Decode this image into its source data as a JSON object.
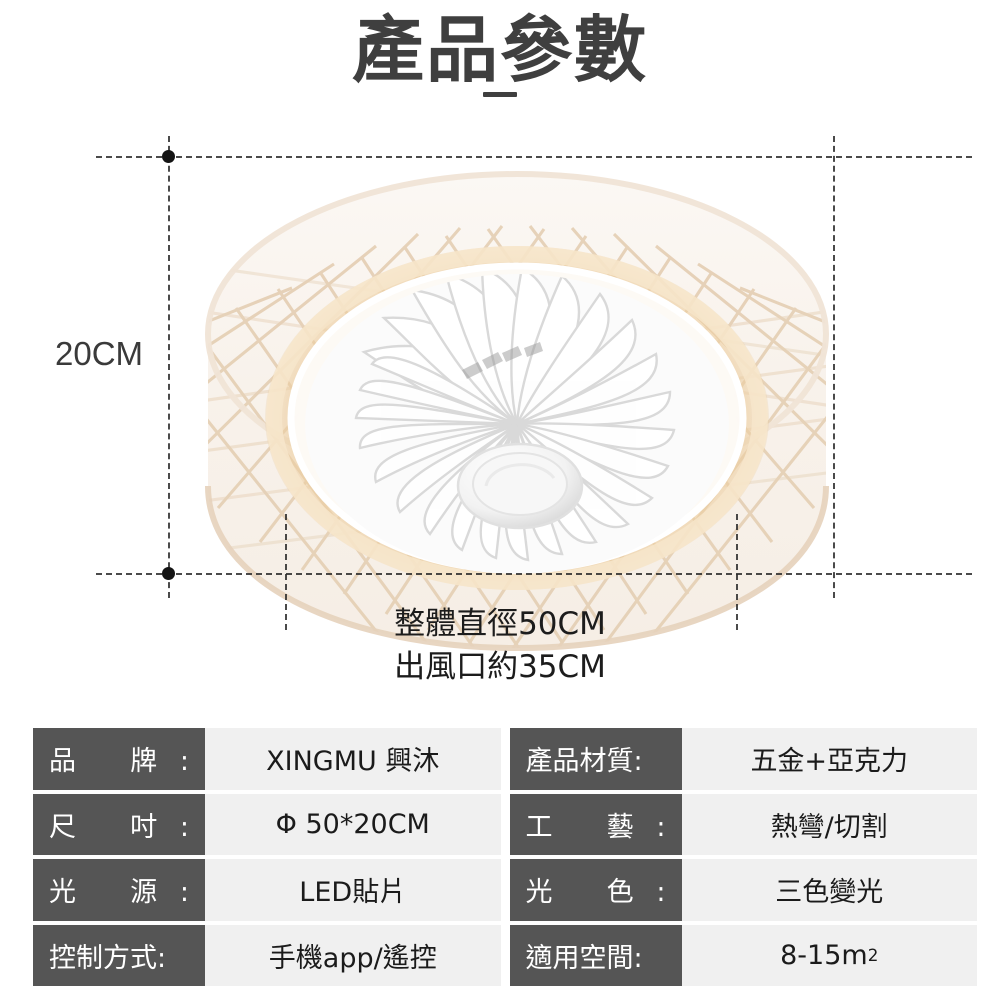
{
  "header": {
    "title": "產品參數"
  },
  "diagram": {
    "height_label": "20CM",
    "caption_line1": "整體直徑50CM",
    "caption_line2": "出風口約35CM",
    "product_alt": "吸頂風扇燈"
  },
  "spec_table": {
    "left_column": [
      {
        "key": "品牌",
        "key_display": "品  牌:",
        "value": "XINGMU 興沐"
      },
      {
        "key": "尺吋",
        "key_display": "尺  吋:",
        "value": "Φ 50*20CM"
      },
      {
        "key": "光源",
        "key_display": "光  源:",
        "value": "LED貼片"
      },
      {
        "key": "控制方式",
        "key_display": "控制方式:",
        "value": "手機app/遙控"
      }
    ],
    "right_column": [
      {
        "key": "產品材質",
        "key_display": "產品材質:",
        "value": "五金+亞克力"
      },
      {
        "key": "工藝",
        "key_display": "工  藝:",
        "value": "熱彎/切割"
      },
      {
        "key": "光色",
        "key_display": "光  色:",
        "value": "三色變光"
      },
      {
        "key": "適用空間",
        "key_display": "適用空間:",
        "value": "8-15m",
        "value_sup": "2"
      }
    ]
  },
  "colors": {
    "title": "#3f3f3f",
    "key_bg": "#555555",
    "key_text": "#ffffff",
    "value_bg": "#f0f0f0",
    "value_text": "#1b1b1b",
    "dimension_line": "#2b2b2b",
    "cage": "#e9d9c9",
    "led_glow": "#f6e2c0"
  }
}
